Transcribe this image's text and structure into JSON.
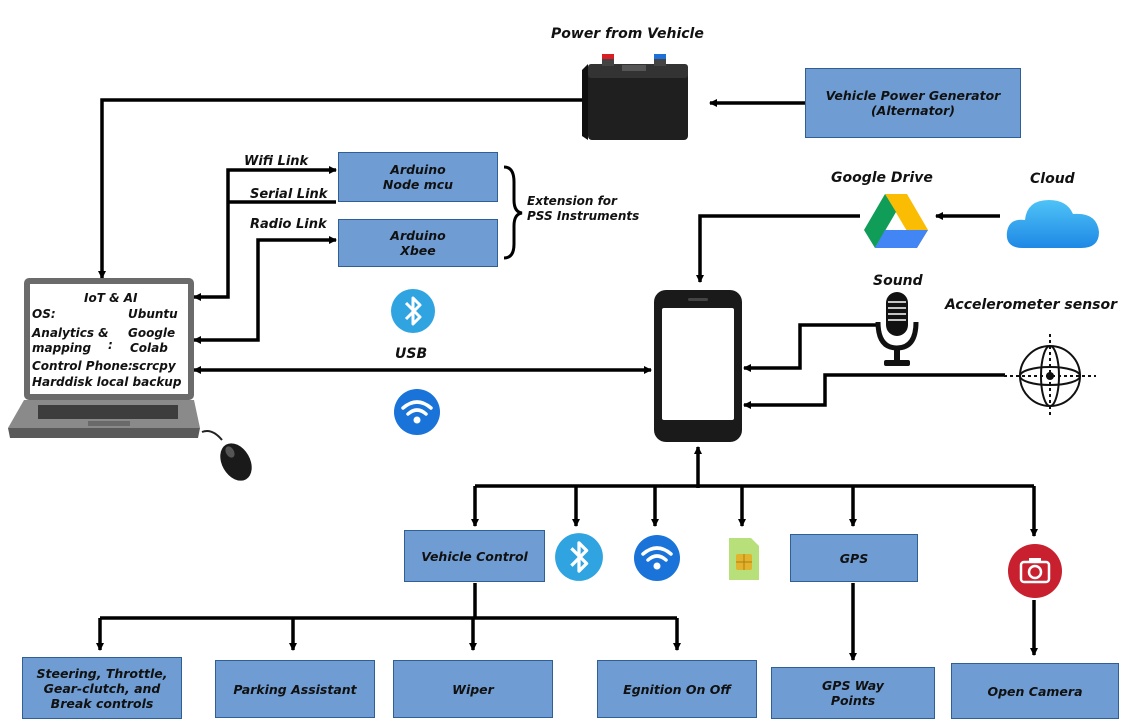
{
  "title": "Power from Vehicle",
  "colors": {
    "box_fill": "#6f9dd3",
    "box_border": "#2f5f95",
    "arrow": "#000000",
    "bluetooth": "#2fa4e0",
    "wifi": "#1a73d9",
    "camera": "#c8202f",
    "sim": "#b7e07a"
  },
  "power": {
    "generator": "Vehicle Power Generator\n(Alternator)"
  },
  "microcontrollers": {
    "wifi_link": "Wifi Link",
    "serial_link": "Serial Link",
    "radio_link": "Radio Link",
    "arduino_node": "Arduino\nNode mcu",
    "arduino_xbee": "Arduino\nXbee",
    "extension_line1": "Extension for",
    "extension_line2": "PSS Instruments"
  },
  "laptop": {
    "header": "IoT & AI",
    "os_label": "OS:",
    "os_value": "Ubuntu",
    "analytics_label1": "Analytics &",
    "analytics_label2": "mapping",
    "colon": ":",
    "analytics_value1": "Google",
    "analytics_value2": "Colab",
    "control_label": "Control Phone:",
    "control_value": "scrcpy",
    "backup": "Harddisk local backup"
  },
  "connection": {
    "usb": "USB"
  },
  "cloud_side": {
    "google_drive": "Google Drive",
    "cloud": "Cloud"
  },
  "sensors": {
    "sound": "Sound",
    "accelerometer": "Accelerometer sensor"
  },
  "outputs": {
    "vehicle_control": "Vehicle Control",
    "gps": "GPS",
    "steering": "Steering, Throttle,\nGear-clutch, and\nBreak controls",
    "parking": "Parking Assistant",
    "wiper": "Wiper",
    "ignition": "Egnition On Off",
    "gps_waypoints": "GPS Way\nPoints",
    "open_camera": "Open Camera"
  },
  "icons": [
    "battery-icon",
    "cloud-icon",
    "google-drive-icon",
    "microphone-icon",
    "accelerometer-icon",
    "smartphone-icon",
    "laptop-icon",
    "mouse-icon",
    "bluetooth-icon",
    "wifi-icon",
    "sim-card-icon",
    "camera-icon"
  ]
}
